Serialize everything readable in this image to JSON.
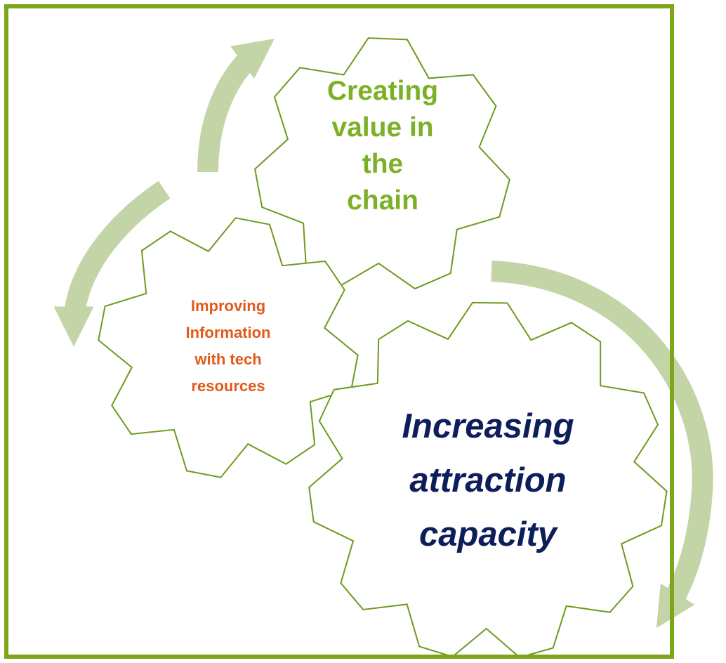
{
  "diagram": {
    "gears": [
      {
        "id": "gear-top",
        "lines": [
          "Creating",
          "value in",
          "the",
          "chain"
        ],
        "text_color": "#7cb026"
      },
      {
        "id": "gear-left",
        "lines": [
          "Improving",
          "Information",
          "with tech",
          "resources"
        ],
        "text_color": "#e05a1c"
      },
      {
        "id": "gear-big",
        "lines": [
          "Increasing",
          "attraction",
          "capacity"
        ],
        "text_color": "#0d1e5b",
        "italic": true
      }
    ],
    "colors": {
      "frame": "#7ea61c",
      "gear_outline": "#6e9a1e",
      "arrow": "#c3d4a6",
      "background": "#ffffff"
    }
  }
}
